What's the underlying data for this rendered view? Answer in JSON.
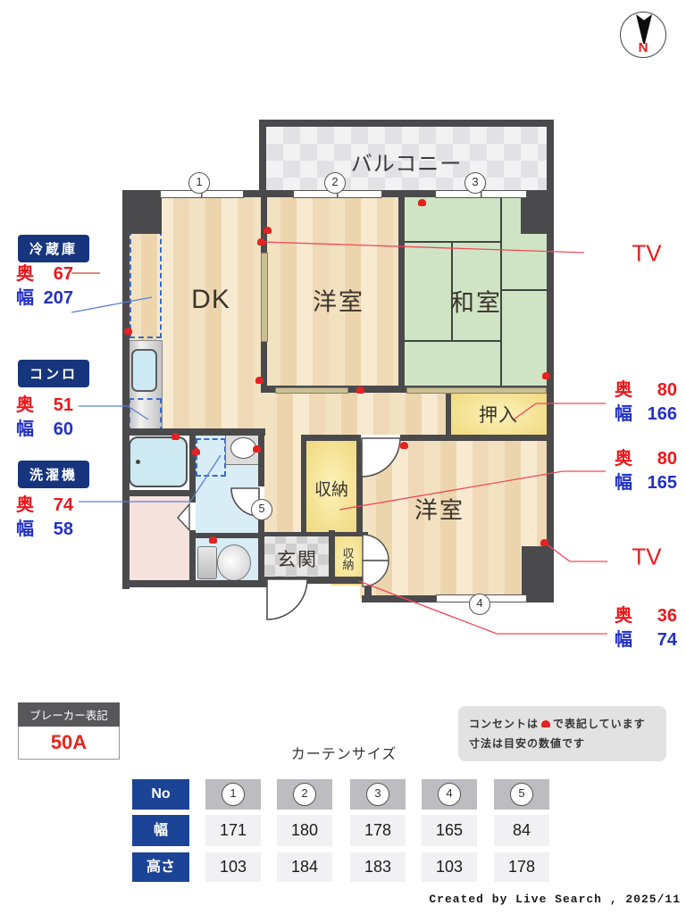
{
  "compass": {
    "n": "N"
  },
  "plan": {
    "balcony": "バルコニー",
    "rooms": {
      "dk": "DK",
      "yoshitsu1": "洋室",
      "washitsu": "和室",
      "oshiire": "押入",
      "shunou1": "収納",
      "yoshitsu2": "洋室",
      "genkan": "玄関",
      "shunou2": "収納"
    },
    "nums": [
      "1",
      "2",
      "3",
      "4",
      "5"
    ]
  },
  "labels": {
    "depth": "奥",
    "width": "幅"
  },
  "tv": {
    "label": "TV"
  },
  "appliances": {
    "fridge": {
      "title": "冷蔵庫",
      "depth": "67",
      "width": "207"
    },
    "stove": {
      "title": "コンロ",
      "depth": "51",
      "width": "60"
    },
    "washer": {
      "title": "洗濯機",
      "depth": "74",
      "width": "58"
    }
  },
  "dims": {
    "oshiire": {
      "depth": "80",
      "width": "166"
    },
    "closet": {
      "depth": "80",
      "width": "165"
    },
    "entry_closet": {
      "depth": "36",
      "width": "74"
    }
  },
  "breaker": {
    "title": "ブレーカー表記",
    "value": "50A"
  },
  "curtain": {
    "title": "カーテンサイズ",
    "row_headers": [
      "No",
      "幅",
      "高さ"
    ],
    "cols": [
      "1",
      "2",
      "3",
      "4",
      "5"
    ],
    "widths": [
      "171",
      "180",
      "178",
      "165",
      "84"
    ],
    "heights": [
      "103",
      "184",
      "183",
      "103",
      "178"
    ]
  },
  "note": {
    "line1_pre": "コンセントは",
    "line1_post": "で表記しています",
    "line2": "寸法は目安の数値です"
  },
  "credit": {
    "text": "Created by Live Search , 2025/11"
  },
  "colors": {
    "accent_navy": "#17357d",
    "accent_red": "#e8191c",
    "accent_blue": "#2231c4",
    "wall": "#4a4a4c",
    "tatami": "#cfe4c4"
  }
}
